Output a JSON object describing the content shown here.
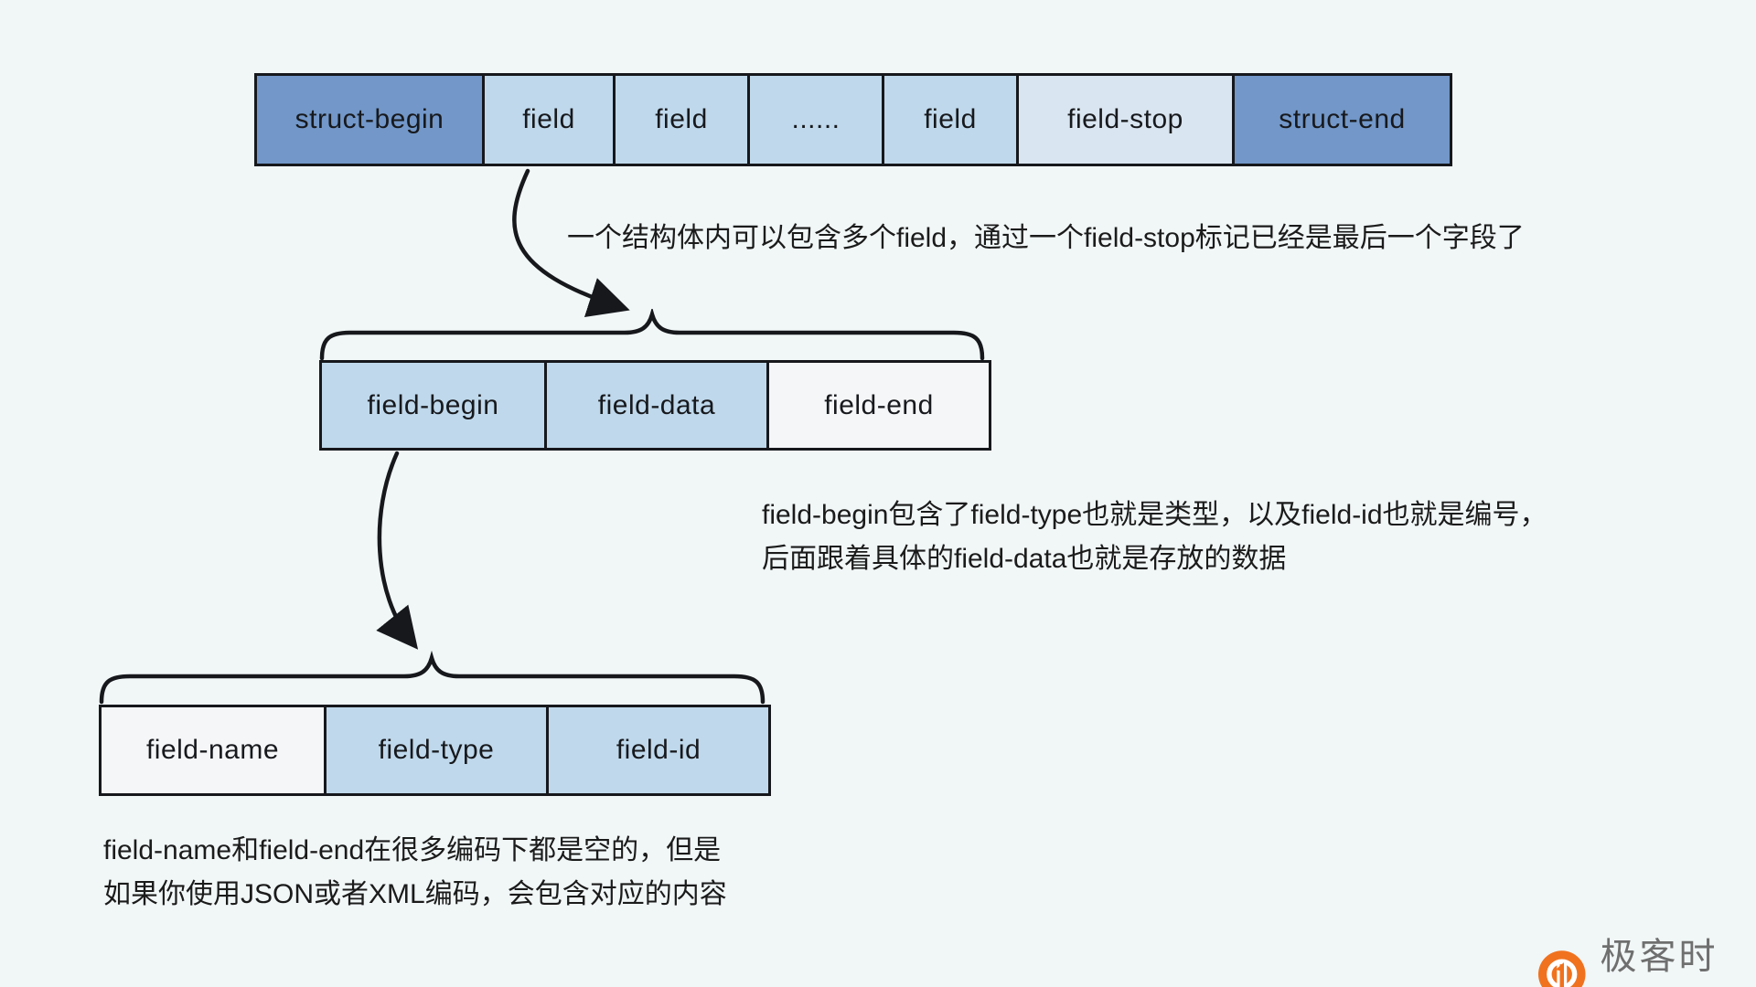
{
  "colors": {
    "page_bg": "#F1F6F7",
    "line": "#16181C",
    "cell_dark_blue": "#7297C8",
    "cell_light_blue": "#BFD8EB",
    "cell_pale_blue": "#D9E5F0",
    "cell_white": "#F4F6F8",
    "logo_orange": "#F0721E",
    "logo_text_gray": "#6F6F6F"
  },
  "struct_row": {
    "cells": [
      {
        "label": "struct-begin"
      },
      {
        "label": "field"
      },
      {
        "label": "field"
      },
      {
        "label": "......"
      },
      {
        "label": "field"
      },
      {
        "label": "field-stop"
      },
      {
        "label": "struct-end"
      }
    ]
  },
  "field_row": {
    "cells": [
      {
        "label": "field-begin"
      },
      {
        "label": "field-data"
      },
      {
        "label": "field-end"
      }
    ]
  },
  "field_begin_row": {
    "cells": [
      {
        "label": "field-name"
      },
      {
        "label": "field-type"
      },
      {
        "label": "field-id"
      }
    ]
  },
  "annotations": {
    "struct_note": "一个结构体内可以包含多个field，通过一个field-stop标记已经是最后一个字段了",
    "field_note_line1": "field-begin包含了field-type也就是类型，以及field-id也就是编号，",
    "field_note_line2": "后面跟着具体的field-data也就是存放的数据",
    "name_note_line1": "field-name和field-end在很多编码下都是空的，但是",
    "name_note_line2": "如果你使用JSON或者XML编码，会包含对应的内容"
  },
  "logo": {
    "text": "极客时间",
    "icon": "geektime-pin-icon"
  }
}
